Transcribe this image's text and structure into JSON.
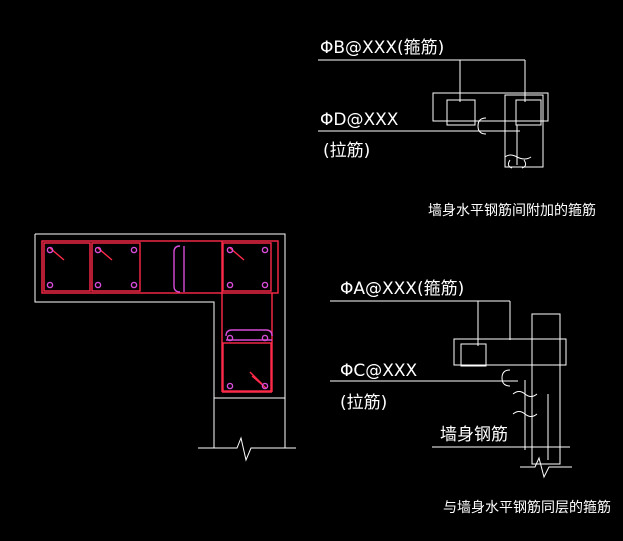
{
  "labels": {
    "label_b": "ΦB@XXX(箍筋)",
    "label_d_top": "ΦD@XXX",
    "label_d_bottom": "(拉筋)",
    "caption_top": "墙身水平钢筋间附加的箍筋",
    "label_a": "ΦA@XXX(箍筋)",
    "label_c_top": "ΦC@XXX",
    "label_c_bottom": "(拉筋)",
    "label_wall_rebar": "墙身钢筋",
    "caption_bottom": "与墙身水平钢筋同层的箍筋"
  },
  "colors": {
    "background": "#000000",
    "line": "#ffffff",
    "rebar": "#ff2a4a",
    "tie": "#d84cd8"
  }
}
